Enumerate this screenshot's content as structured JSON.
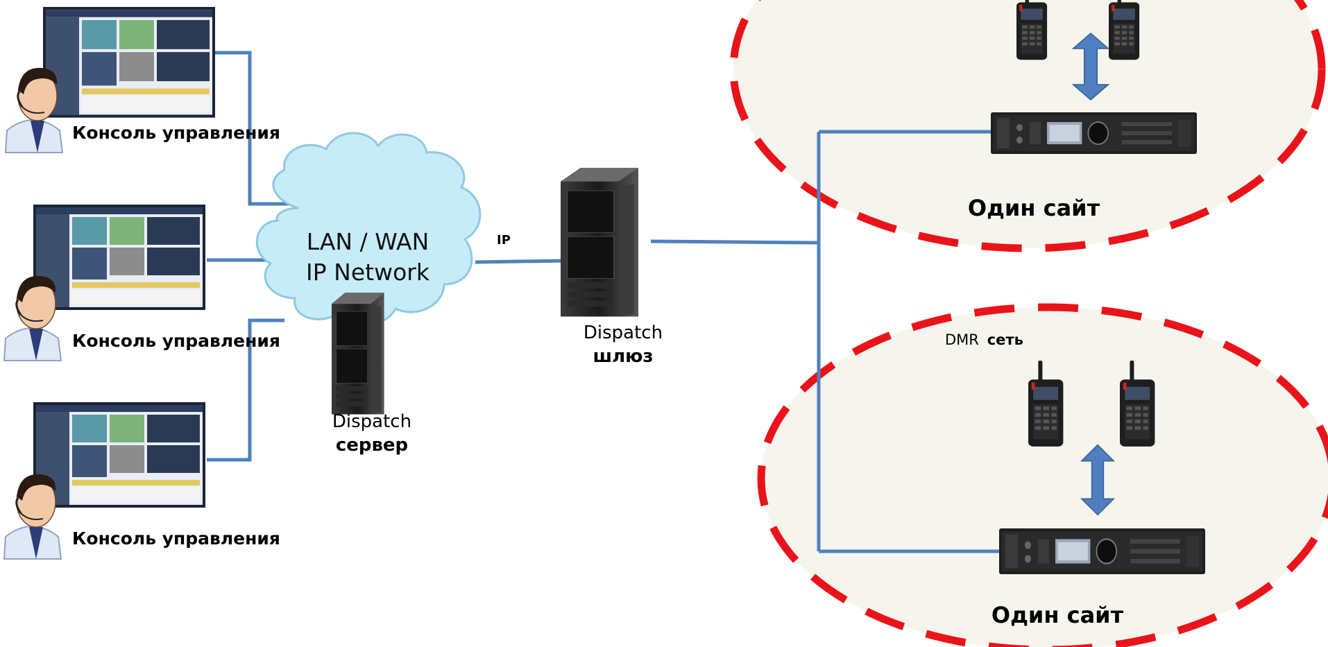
{
  "colors": {
    "link": "#4f81bd",
    "site_border": "#e8141a",
    "site_fill": "#f5f5ed",
    "cloud_fill": "#c6ecf8",
    "cloud_stroke": "#8fc8e4",
    "arrow_fill": "#4f7fc0"
  },
  "consoles": [
    {
      "label": "Консоль управления",
      "screen_icon": "dispatch-console-screen-icon",
      "operator_icon": "operator-headset-icon"
    },
    {
      "label": "Консоль управления",
      "screen_icon": "dispatch-console-screen-icon",
      "operator_icon": "operator-headset-icon"
    },
    {
      "label": "Консоль управления",
      "screen_icon": "dispatch-console-screen-icon",
      "operator_icon": "operator-headset-icon"
    }
  ],
  "network": {
    "line1": "LAN / WAN",
    "line2": "IP Network"
  },
  "server": {
    "line1": "Dispatch",
    "line2": "сервер",
    "icon": "tower-server-icon"
  },
  "link_label": "IP",
  "gateway": {
    "line1": "Dispatch",
    "line2": "шлюз",
    "icon": "tower-server-icon"
  },
  "sites": [
    {
      "name": "Один сайт",
      "network_label_prefix": "",
      "network_label_bold": "",
      "radio_icon": "handheld-radio-icon",
      "repeater_icon": "repeater-icon"
    },
    {
      "name": "Один сайт",
      "network_label_prefix": "DMR",
      "network_label_bold": "сеть",
      "radio_icon": "handheld-radio-icon",
      "repeater_icon": "repeater-icon"
    }
  ]
}
